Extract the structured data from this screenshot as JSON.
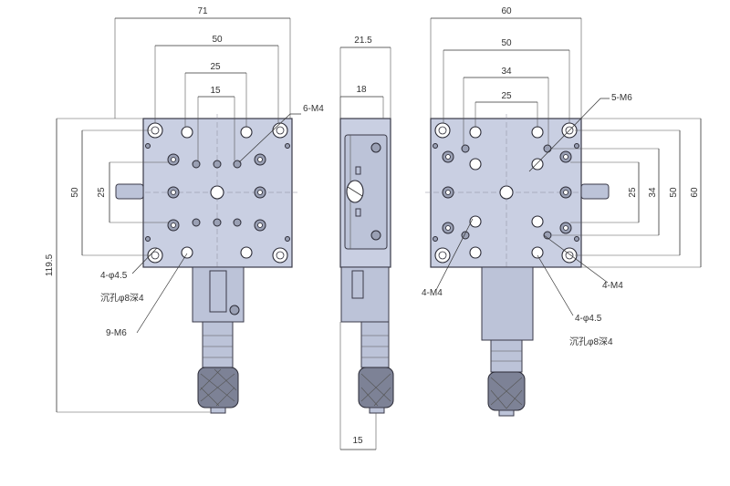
{
  "front_view": {
    "dims": {
      "width_overall": "71",
      "w_50": "50",
      "w_25": "25",
      "w_15": "15",
      "h_50": "50",
      "h_25": "25",
      "h_total": "119.5"
    },
    "callouts": {
      "tapped_top": "6-M4",
      "thru_holes": "4-φ4.5",
      "counterbore": "沉孔φ8深4",
      "tapped_bottom": "9-M6"
    }
  },
  "side_view": {
    "dims": {
      "width_overall": "21.5",
      "w_18": "18",
      "w_15": "15"
    }
  },
  "rear_view": {
    "dims": {
      "w_60": "60",
      "w_50": "50",
      "w_34": "34",
      "w_25": "25",
      "h_25": "25",
      "h_34": "34",
      "h_50": "50",
      "h_60": "60"
    },
    "callouts": {
      "tapped_m6": "5-M6",
      "tapped_left": "4-M4",
      "tapped_right": "4-M4",
      "thru_holes": "4-φ4.5",
      "counterbore": "沉孔φ8深4"
    }
  },
  "colors": {
    "body": "#c9cfe2",
    "outline": "#3a3a48",
    "dimension": "#333333"
  }
}
